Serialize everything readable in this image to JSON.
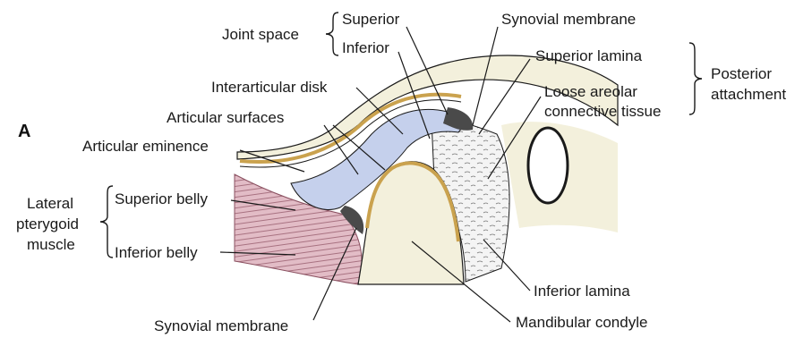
{
  "panel_letter": "A",
  "labels": {
    "joint_space": "Joint space",
    "superior": "Superior",
    "inferior": "Inferior",
    "synovial_membrane_top": "Synovial membrane",
    "superior_lamina": "Superior lamina",
    "posterior_attachment_line1": "Posterior",
    "posterior_attachment_line2": "attachment",
    "loose_areolar_line1": "Loose areolar",
    "loose_areolar_line2": "connective tissue",
    "interarticular_disk": "Interarticular disk",
    "articular_surfaces": "Articular surfaces",
    "articular_eminence": "Articular eminence",
    "lateral_pterygoid_line1": "Lateral",
    "lateral_pterygoid_line2": "pterygoid",
    "lateral_pterygoid_line3": "muscle",
    "superior_belly": "Superior belly",
    "inferior_belly": "Inferior belly",
    "inferior_lamina": "Inferior lamina",
    "synovial_membrane_bottom": "Synovial membrane",
    "mandibular_condyle": "Mandibular condyle"
  },
  "colors": {
    "bone": "#f3f0dc",
    "disk": "#c5d0ec",
    "cartilage_gold": "#caa24e",
    "synovium_dark": "#4a4a4a",
    "muscle": "#e2bcc6",
    "outline": "#1a1a1a"
  }
}
